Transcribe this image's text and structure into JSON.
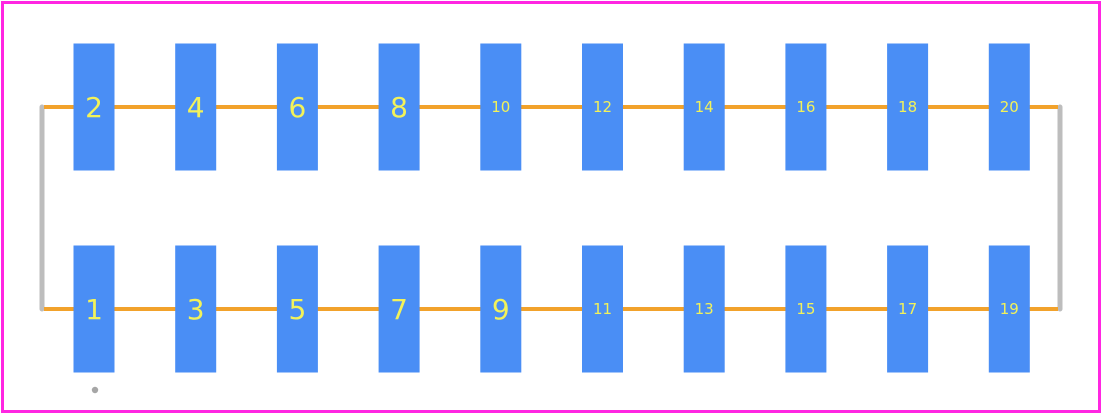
{
  "colors": {
    "background": "#ffffff",
    "courtyard": "#ff26e2",
    "pad": "#4a8ef5",
    "pad_label": "#f2f25a",
    "trace": "#f2a22b",
    "silkscreen": "#bdbdbd",
    "pin1_marker": "#a6a6a6"
  },
  "rows": [
    {
      "name": "top",
      "pads": [
        "2",
        "4",
        "6",
        "8",
        "10",
        "12",
        "14",
        "16",
        "18",
        "20"
      ]
    },
    {
      "name": "bottom",
      "pads": [
        "1",
        "3",
        "5",
        "7",
        "9",
        "11",
        "13",
        "15",
        "17",
        "19"
      ]
    }
  ]
}
